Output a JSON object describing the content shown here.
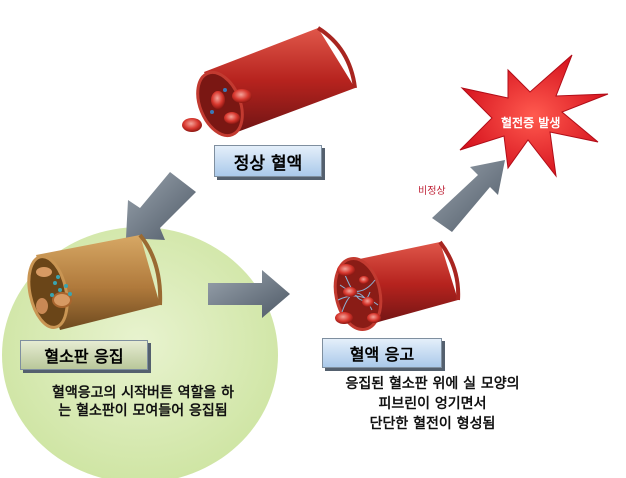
{
  "stages": {
    "normal": {
      "label": "정상 혈액"
    },
    "platelet": {
      "label": "혈소판 응집",
      "desc_lines": [
        "혈액응고의 시작버튼 역할을 하",
        "는 혈소판이 모여들어 응집됨"
      ]
    },
    "coagulation": {
      "label": "혈액 응고",
      "desc_lines": [
        "응집된 혈소판 위에 실 모양의",
        "피브린이 엉기면서",
        "단단한 혈전이 형성됨"
      ]
    },
    "thrombosis": {
      "label": "혈전증 발생"
    }
  },
  "arrow_note": "비정상",
  "colors": {
    "vessel_red": "#c8302c",
    "vessel_dark": "#6e1414",
    "vessel_tan": "#b5874a",
    "green_circle": "#d8ebb2",
    "arrow_gray": "#6f7b88",
    "starburst": "#e3212b",
    "label_blue": "#b8d3ef",
    "label_green": "#c2cfa3"
  }
}
